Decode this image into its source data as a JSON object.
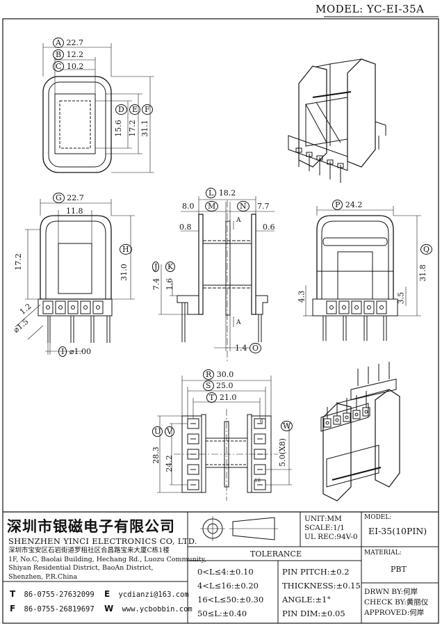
{
  "header": {
    "model": "MODEL: YC-EI-35A"
  },
  "top_view": {
    "dims": [
      {
        "letter": "A",
        "value": "22.7"
      },
      {
        "letter": "B",
        "value": "12.2"
      },
      {
        "letter": "C",
        "value": "10.2"
      },
      {
        "letter": "D",
        "value": "15.6"
      },
      {
        "letter": "E",
        "value": "17.2"
      },
      {
        "letter": "F",
        "value": "31.1"
      }
    ]
  },
  "front_view": {
    "g_letter": "G",
    "g_value": "22.7",
    "width_inner": "11.8",
    "height_left": "17.2",
    "h_letter": "H",
    "h_value": "31.0",
    "pin_offset": "1.2",
    "pin_size": "1.5",
    "i_letter": "I",
    "i_value": "1.00"
  },
  "side_view": {
    "l_letter": "L",
    "l_value": "18.2",
    "m_letter": "M",
    "m_value": "8.0",
    "n_letter": "N",
    "n_value": "7.7",
    "flange_left": "0.8",
    "flange_right": "0.6",
    "section_mark": "A",
    "j_letter": "J",
    "j_value": "7.4",
    "k_letter": "K",
    "k_value": "1.6",
    "o_letter": "O",
    "o_value": "1.4"
  },
  "back_view": {
    "p_letter": "P",
    "p_value": "24.2",
    "q_letter": "Q",
    "q_value": "31.8",
    "left_height": "4.3",
    "right_height": "3.5"
  },
  "bottom_view": {
    "r_letter": "R",
    "r_value": "30.0",
    "s_letter": "S",
    "s_value": "25.0",
    "t_letter": "T",
    "t_value": "21.0",
    "u_letter": "U",
    "u_value": "28.3",
    "v_letter": "V",
    "v_value": "24.2",
    "w_letter": "W",
    "w_value": "5.0(X8)",
    "pin_first": "6",
    "pin_last": "10"
  },
  "title_block": {
    "company_cn": "深圳市银磁电子有限公司",
    "company_en": "SHENZHEN YINCI ELECTRONICS CO, LTD.",
    "address_lines": [
      "深圳市宝安区石岩街道罗租社区合昌路宝来大厦C栋1楼",
      "1F, No.C, Baolai Building, Hechang Rd., Luozu Community,",
      "Shiyan Residential District, BaoAn District,",
      "Shenzhen, P.R.China"
    ],
    "phone_label": "T",
    "phone": "86-0755-27632099",
    "email_label": "E",
    "email": "ycdianzi@163.com",
    "fax_label": "F",
    "fax": "86-0755-26819697",
    "web_label": "W",
    "web": "www.ycbobbin.com",
    "unit": "UNIT:MM",
    "scale": "SCALE:1/1",
    "ul": "UL REC:94V-0",
    "model_label": "MODEL:",
    "model_value": "EI-35(10PIN)",
    "tolerance_title": "TOLERANCE",
    "tolerances": [
      "0<L≤4:±0.10",
      "4<L≤16:±0.20",
      "16<L≤50:±0.30",
      "50≤L:±0.40"
    ],
    "pin_specs": [
      "PIN PITCH:±0.2",
      "THICKNESS:±0.15",
      "ANGLE:±1°",
      "PIN DIM:±0.05"
    ],
    "material_label": "MATERIAL:",
    "material_value": "PBT",
    "drawn_by": "DRWN BY:何岸",
    "check_by": "CHECK BY:黄丽仪",
    "approved": "APPROVED:何岸"
  }
}
